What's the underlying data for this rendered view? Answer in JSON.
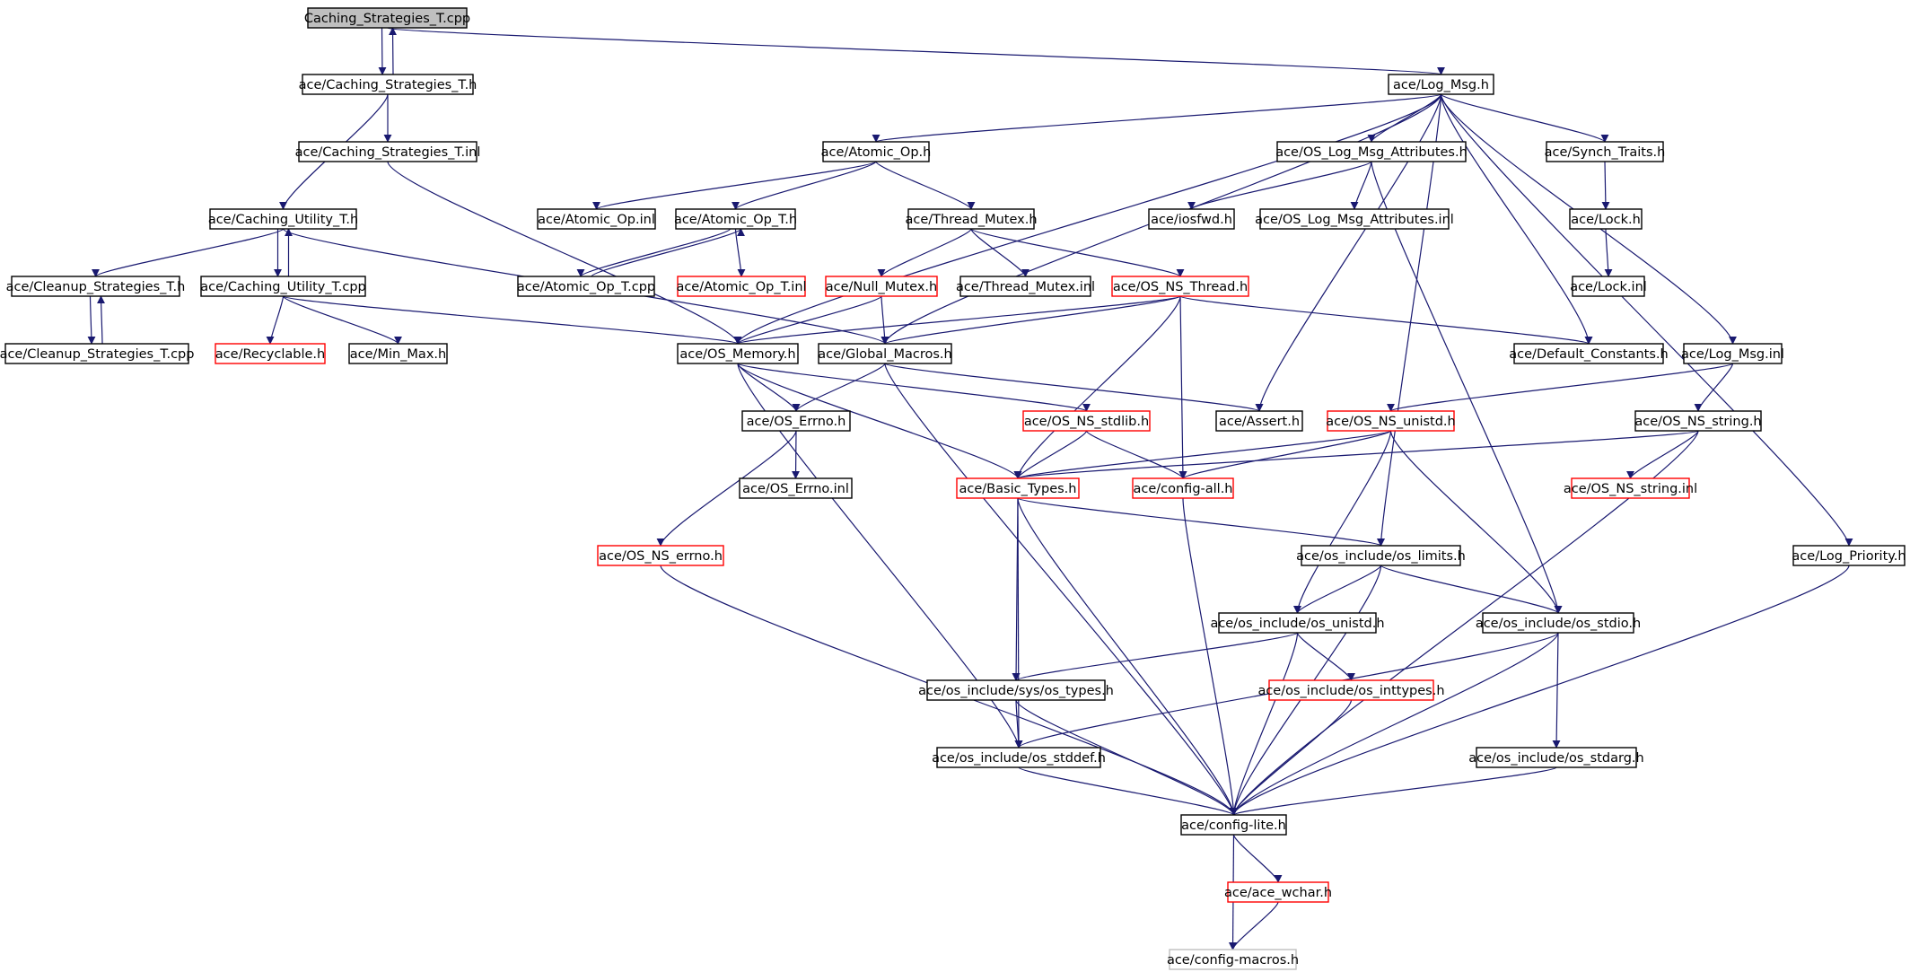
{
  "title": "Caching_Strategies_T.cpp include dependency graph",
  "colors": {
    "normal": "#000000",
    "truncated": "#ff0000",
    "missing": "#bfbfbf",
    "root_fill": "#bfbfbf",
    "edge": "#191970"
  },
  "nodes": [
    {
      "id": "n0",
      "label": "Caching_Strategies_T.cpp",
      "kind": "root"
    },
    {
      "id": "n1",
      "label": "ace/Caching_Strategies_T.h",
      "kind": "normal"
    },
    {
      "id": "n2",
      "label": "ace/Log_Msg.h",
      "kind": "normal"
    },
    {
      "id": "n3",
      "label": "ace/Caching_Strategies_T.inl",
      "kind": "normal"
    },
    {
      "id": "n4",
      "label": "ace/Atomic_Op.h",
      "kind": "normal"
    },
    {
      "id": "n5",
      "label": "ace/OS_Log_Msg_Attributes.h",
      "kind": "normal"
    },
    {
      "id": "n6",
      "label": "ace/Synch_Traits.h",
      "kind": "normal"
    },
    {
      "id": "n7",
      "label": "ace/Caching_Utility_T.h",
      "kind": "normal"
    },
    {
      "id": "n8",
      "label": "ace/Atomic_Op.inl",
      "kind": "normal"
    },
    {
      "id": "n9",
      "label": "ace/Atomic_Op_T.h",
      "kind": "normal"
    },
    {
      "id": "n10",
      "label": "ace/Thread_Mutex.h",
      "kind": "normal"
    },
    {
      "id": "n11",
      "label": "ace/iosfwd.h",
      "kind": "normal"
    },
    {
      "id": "n12",
      "label": "ace/OS_Log_Msg_Attributes.inl",
      "kind": "normal"
    },
    {
      "id": "n13",
      "label": "ace/Lock.h",
      "kind": "normal"
    },
    {
      "id": "n14",
      "label": "ace/Cleanup_Strategies_T.h",
      "kind": "normal"
    },
    {
      "id": "n15",
      "label": "ace/Caching_Utility_T.cpp",
      "kind": "normal"
    },
    {
      "id": "n16",
      "label": "ace/Atomic_Op_T.cpp",
      "kind": "normal"
    },
    {
      "id": "n17",
      "label": "ace/Atomic_Op_T.inl",
      "kind": "truncated"
    },
    {
      "id": "n18",
      "label": "ace/Null_Mutex.h",
      "kind": "truncated"
    },
    {
      "id": "n19",
      "label": "ace/Thread_Mutex.inl",
      "kind": "normal"
    },
    {
      "id": "n20",
      "label": "ace/OS_NS_Thread.h",
      "kind": "truncated"
    },
    {
      "id": "n21",
      "label": "ace/Lock.inl",
      "kind": "normal"
    },
    {
      "id": "n22",
      "label": "ace/Cleanup_Strategies_T.cpp",
      "kind": "normal"
    },
    {
      "id": "n23",
      "label": "ace/Recyclable.h",
      "kind": "truncated"
    },
    {
      "id": "n24",
      "label": "ace/Min_Max.h",
      "kind": "normal"
    },
    {
      "id": "n25",
      "label": "ace/OS_Memory.h",
      "kind": "normal"
    },
    {
      "id": "n26",
      "label": "ace/Global_Macros.h",
      "kind": "normal"
    },
    {
      "id": "n27",
      "label": "ace/Default_Constants.h",
      "kind": "normal"
    },
    {
      "id": "n28",
      "label": "ace/Log_Msg.inl",
      "kind": "normal"
    },
    {
      "id": "n29",
      "label": "ace/OS_Errno.h",
      "kind": "normal"
    },
    {
      "id": "n30",
      "label": "ace/OS_NS_stdlib.h",
      "kind": "truncated"
    },
    {
      "id": "n31",
      "label": "ace/Assert.h",
      "kind": "normal"
    },
    {
      "id": "n32",
      "label": "ace/OS_NS_unistd.h",
      "kind": "truncated"
    },
    {
      "id": "n33",
      "label": "ace/OS_NS_string.h",
      "kind": "normal"
    },
    {
      "id": "n34",
      "label": "ace/OS_Errno.inl",
      "kind": "normal"
    },
    {
      "id": "n35",
      "label": "ace/Basic_Types.h",
      "kind": "truncated"
    },
    {
      "id": "n36",
      "label": "ace/config-all.h",
      "kind": "truncated"
    },
    {
      "id": "n37",
      "label": "ace/OS_NS_string.inl",
      "kind": "truncated"
    },
    {
      "id": "n38",
      "label": "ace/OS_NS_errno.h",
      "kind": "truncated"
    },
    {
      "id": "n39",
      "label": "ace/os_include/os_limits.h",
      "kind": "normal"
    },
    {
      "id": "n40",
      "label": "ace/Log_Priority.h",
      "kind": "normal"
    },
    {
      "id": "n41",
      "label": "ace/os_include/os_unistd.h",
      "kind": "normal"
    },
    {
      "id": "n42",
      "label": "ace/os_include/os_stdio.h",
      "kind": "normal"
    },
    {
      "id": "n43",
      "label": "ace/os_include/sys/os_types.h",
      "kind": "normal"
    },
    {
      "id": "n44",
      "label": "ace/os_include/os_inttypes.h",
      "kind": "truncated"
    },
    {
      "id": "n45",
      "label": "ace/os_include/os_stddef.h",
      "kind": "normal"
    },
    {
      "id": "n46",
      "label": "ace/os_include/os_stdarg.h",
      "kind": "normal"
    },
    {
      "id": "n47",
      "label": "ace/config-lite.h",
      "kind": "normal"
    },
    {
      "id": "n48",
      "label": "ace/ace_wchar.h",
      "kind": "truncated"
    },
    {
      "id": "n49",
      "label": "ace/config-macros.h",
      "kind": "missing"
    }
  ],
  "edges": [
    [
      "n0",
      "n1"
    ],
    [
      "n1",
      "n0"
    ],
    [
      "n0",
      "n2"
    ],
    [
      "n1",
      "n3"
    ],
    [
      "n1",
      "n7"
    ],
    [
      "n3",
      "n25"
    ],
    [
      "n2",
      "n4"
    ],
    [
      "n2",
      "n5"
    ],
    [
      "n2",
      "n6"
    ],
    [
      "n2",
      "n25"
    ],
    [
      "n2",
      "n31"
    ],
    [
      "n2",
      "n27"
    ],
    [
      "n2",
      "n28"
    ],
    [
      "n2",
      "n39"
    ],
    [
      "n2",
      "n40"
    ],
    [
      "n2",
      "n26"
    ],
    [
      "n4",
      "n8"
    ],
    [
      "n4",
      "n9"
    ],
    [
      "n4",
      "n10"
    ],
    [
      "n9",
      "n16"
    ],
    [
      "n16",
      "n9"
    ],
    [
      "n9",
      "n17"
    ],
    [
      "n10",
      "n18"
    ],
    [
      "n10",
      "n19"
    ],
    [
      "n10",
      "n20"
    ],
    [
      "n5",
      "n11"
    ],
    [
      "n5",
      "n12"
    ],
    [
      "n5",
      "n42"
    ],
    [
      "n6",
      "n13"
    ],
    [
      "n13",
      "n21"
    ],
    [
      "n7",
      "n14"
    ],
    [
      "n7",
      "n15"
    ],
    [
      "n15",
      "n7"
    ],
    [
      "n7",
      "n26"
    ],
    [
      "n14",
      "n22"
    ],
    [
      "n22",
      "n14"
    ],
    [
      "n15",
      "n23"
    ],
    [
      "n15",
      "n24"
    ],
    [
      "n15",
      "n25"
    ],
    [
      "n18",
      "n25"
    ],
    [
      "n18",
      "n26"
    ],
    [
      "n20",
      "n25"
    ],
    [
      "n20",
      "n26"
    ],
    [
      "n20",
      "n27"
    ],
    [
      "n20",
      "n35"
    ],
    [
      "n20",
      "n36"
    ],
    [
      "n25",
      "n29"
    ],
    [
      "n25",
      "n30"
    ],
    [
      "n25",
      "n35"
    ],
    [
      "n25",
      "n45"
    ],
    [
      "n26",
      "n29"
    ],
    [
      "n26",
      "n31"
    ],
    [
      "n26",
      "n47"
    ],
    [
      "n28",
      "n32"
    ],
    [
      "n28",
      "n33"
    ],
    [
      "n29",
      "n34"
    ],
    [
      "n29",
      "n38"
    ],
    [
      "n30",
      "n35"
    ],
    [
      "n30",
      "n36"
    ],
    [
      "n32",
      "n35"
    ],
    [
      "n32",
      "n36"
    ],
    [
      "n32",
      "n41"
    ],
    [
      "n32",
      "n42"
    ],
    [
      "n33",
      "n35"
    ],
    [
      "n33",
      "n37"
    ],
    [
      "n33",
      "n47"
    ],
    [
      "n35",
      "n39"
    ],
    [
      "n35",
      "n43"
    ],
    [
      "n35",
      "n45"
    ],
    [
      "n35",
      "n47"
    ],
    [
      "n36",
      "n47"
    ],
    [
      "n38",
      "n47"
    ],
    [
      "n39",
      "n41"
    ],
    [
      "n39",
      "n42"
    ],
    [
      "n39",
      "n47"
    ],
    [
      "n40",
      "n47"
    ],
    [
      "n41",
      "n43"
    ],
    [
      "n41",
      "n44"
    ],
    [
      "n41",
      "n47"
    ],
    [
      "n42",
      "n45"
    ],
    [
      "n42",
      "n46"
    ],
    [
      "n42",
      "n47"
    ],
    [
      "n43",
      "n45"
    ],
    [
      "n43",
      "n47"
    ],
    [
      "n44",
      "n47"
    ],
    [
      "n45",
      "n47"
    ],
    [
      "n46",
      "n47"
    ],
    [
      "n47",
      "n48"
    ],
    [
      "n47",
      "n49"
    ],
    [
      "n48",
      "n49"
    ]
  ]
}
